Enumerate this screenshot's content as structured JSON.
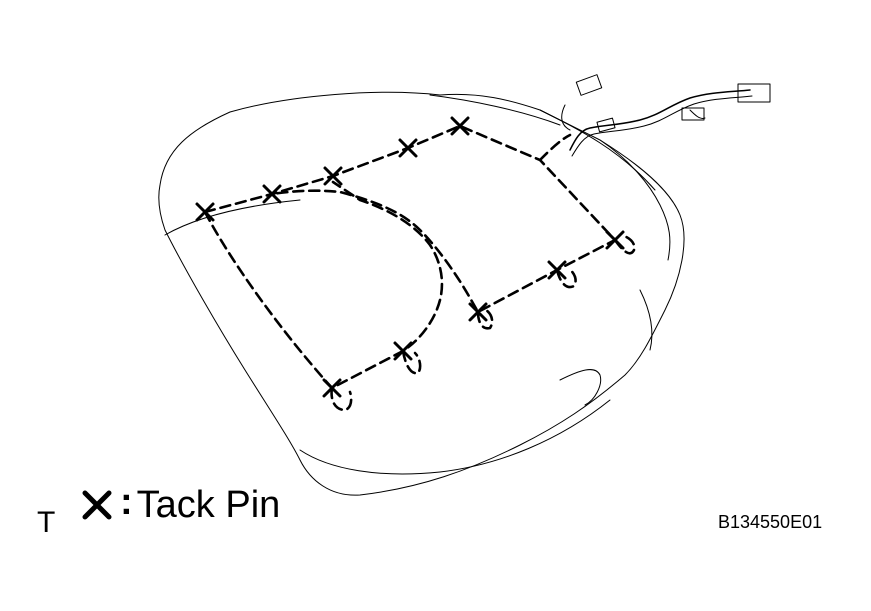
{
  "legend": {
    "symbol_icon": "x-cross-icon",
    "separator": ":",
    "label": "Tack Pin"
  },
  "corner_mark": "T",
  "figure_code": "B134550E01"
}
